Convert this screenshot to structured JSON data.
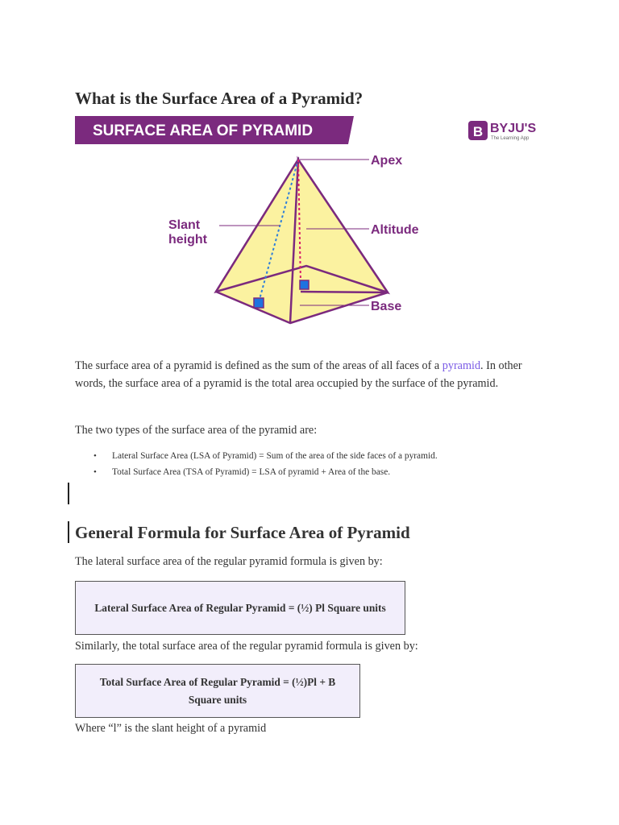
{
  "heading": "What is the Surface Area of a Pyramid?",
  "banner_title": "SURFACE AREA OF PYRAMID",
  "logo": {
    "name": "BYJU'S",
    "tagline": "The Learning App",
    "mark": "B"
  },
  "diagram_labels": {
    "apex": "Apex",
    "slant_line1": "Slant",
    "slant_line2": "height",
    "altitude": "Altitude",
    "base": "Base"
  },
  "intro": {
    "before_link": "The surface area of a pyramid is defined as the sum of the areas of all faces of a ",
    "link": "pyramid",
    "after_link": ". In other words, the surface area of a pyramid is the total area occupied by the surface of the pyramid."
  },
  "types_intro": "The two types of the surface area of the pyramid are:",
  "types": [
    "Lateral Surface Area (LSA of Pyramid) = Sum of the area of the side faces of a pyramid.",
    "Total Surface Area (TSA of Pyramid) = LSA of pyramid + Area of the base."
  ],
  "section_heading": "General Formula for Surface Area of Pyramid",
  "lsa_intro": "The lateral surface area of the regular pyramid formula is given by:",
  "lsa_formula": "Lateral Surface Area of Regular Pyramid = (½) Pl Square units",
  "tsa_intro": "Similarly, the total surface area of the regular pyramid formula is given by:",
  "tsa_formula": "Total Surface Area of Regular Pyramid = (½)Pl + B Square units",
  "where_note": "Where “l” is the slant height of a pyramid",
  "colors": {
    "brand_purple": "#7b2a7e",
    "pyramid_fill": "#fbf2a0",
    "formula_box": "#f2eefb",
    "link": "#7a5ae6"
  }
}
